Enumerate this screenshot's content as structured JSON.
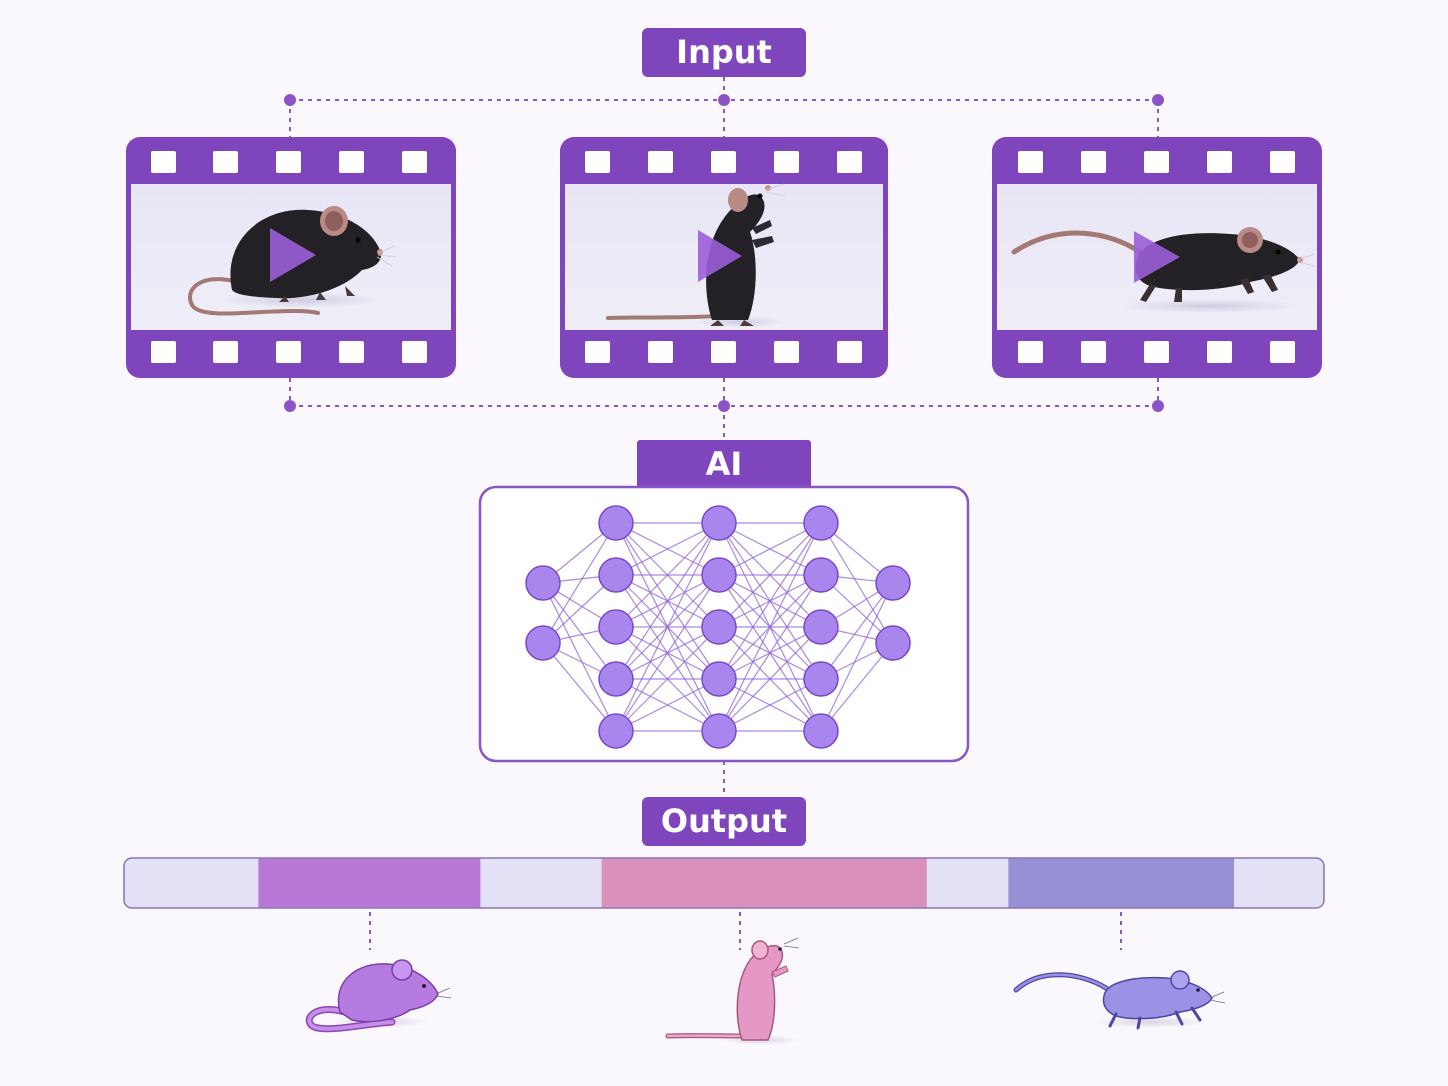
{
  "labels": {
    "input": "Input",
    "ai": "AI",
    "output": "Output"
  },
  "colors": {
    "accent": "#7e45bd",
    "dot_line": "#8b55c7",
    "node_fill": "#a985ee",
    "node_stroke": "#7a47c9",
    "edge": "#8f61d8",
    "frame_bg": "#ecebf7",
    "mouse_dark": "#232126",
    "tail": "#a27a73",
    "ear": "#b98a86"
  },
  "input_clips": [
    {
      "pose": "crouching",
      "icon": "play-icon"
    },
    {
      "pose": "rearing",
      "icon": "play-icon"
    },
    {
      "pose": "walking",
      "icon": "play-icon"
    }
  ],
  "network": {
    "layers": [
      2,
      5,
      5,
      5,
      2
    ]
  },
  "timeline": {
    "segments": [
      {
        "fraction": 0.112,
        "color": "#e2e1f6"
      },
      {
        "fraction": 0.185,
        "color": "#b978d6"
      },
      {
        "fraction": 0.101,
        "color": "#e2e1f6"
      },
      {
        "fraction": 0.271,
        "color": "#d991b9"
      },
      {
        "fraction": 0.068,
        "color": "#e2e1f6"
      },
      {
        "fraction": 0.188,
        "color": "#9691d4"
      },
      {
        "fraction": 0.075,
        "color": "#e2e1f6"
      }
    ]
  },
  "output_behaviors": [
    {
      "pose": "crouching",
      "color": "#b57be0"
    },
    {
      "pose": "rearing",
      "color": "#e597c6"
    },
    {
      "pose": "walking",
      "color": "#9b92e6"
    }
  ]
}
